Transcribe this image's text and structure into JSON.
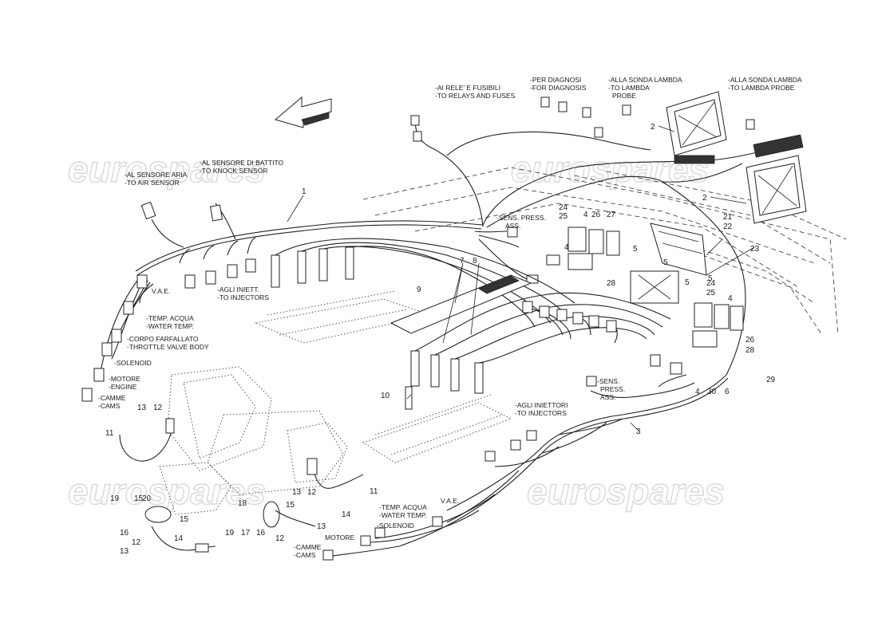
{
  "watermarks": [
    "eurospares",
    "eurospares",
    "eurospares",
    "eurospares"
  ],
  "labels": [
    {
      "key": "air_sensor",
      "lines": [
        "-AL SENSORE ARIA",
        "-TO AIR SENSOR"
      ]
    },
    {
      "key": "knock_sensor",
      "lines": [
        "-AL SENSORE DI BATTITO",
        "-TO KNOCK SENSOR"
      ]
    },
    {
      "key": "relays_fuses",
      "lines": [
        "-AI RELE' E FUSIBILI",
        "-TO RELAYS AND FUSES"
      ]
    },
    {
      "key": "diagnosis",
      "lines": [
        "-PER DIAGNOSI",
        "-FOR DIAGNOSIS"
      ]
    },
    {
      "key": "lambda_probe_1",
      "lines": [
        "-ALLA SONDA LAMBDA",
        "-TO LAMBDA",
        "PROBE"
      ]
    },
    {
      "key": "lambda_probe_2",
      "lines": [
        "-ALLA SONDA LAMBDA",
        "-TO LAMBDA PROBE"
      ]
    },
    {
      "key": "sens_press_1",
      "lines": [
        "-SENS. PRESS.",
        "ASS."
      ]
    },
    {
      "key": "vae_left",
      "lines": [
        "V.A.E."
      ]
    },
    {
      "key": "injectors_1",
      "lines": [
        "-AGLI INIETT.",
        "-TO INJECTORS"
      ]
    },
    {
      "key": "water_temp_1",
      "lines": [
        "-TEMP. ACQUA",
        "-WATER TEMP."
      ]
    },
    {
      "key": "throttle",
      "lines": [
        "-CORPO FARFALLATO",
        "-THROTTLE VALVE BODY"
      ]
    },
    {
      "key": "solenoid_1",
      "lines": [
        "-SOLENOID"
      ]
    },
    {
      "key": "engine_1",
      "lines": [
        "-MOTORE",
        "-ENGINE"
      ]
    },
    {
      "key": "cams_1",
      "lines": [
        "-CAMME",
        "-CAMS"
      ]
    },
    {
      "key": "injectors_2",
      "lines": [
        "-AGLI INIETTORI",
        "-TO INJECTORS"
      ]
    },
    {
      "key": "sens_press_2",
      "lines": [
        "-SENS.",
        "PRESS.",
        "ASS."
      ]
    },
    {
      "key": "water_temp_2",
      "lines": [
        "-TEMP. ACQUA",
        "-WATER TEMP."
      ]
    },
    {
      "key": "vae_right",
      "lines": [
        "V.A.E."
      ]
    },
    {
      "key": "solenoid_2",
      "lines": [
        "-SOLENOID"
      ]
    },
    {
      "key": "engine_2",
      "lines": [
        "MOTORE"
      ]
    },
    {
      "key": "cams_2",
      "lines": [
        "-CAMME",
        "-CAMS"
      ]
    }
  ],
  "part_numbers": [
    {
      "key": "n1",
      "text": "1"
    },
    {
      "key": "n2a",
      "text": "2"
    },
    {
      "key": "n2b",
      "text": "2"
    },
    {
      "key": "n3",
      "text": "3"
    },
    {
      "key": "n4a",
      "text": "4"
    },
    {
      "key": "n4b",
      "text": "4"
    },
    {
      "key": "n4c",
      "text": "4"
    },
    {
      "key": "n4d",
      "text": "4"
    },
    {
      "key": "n5a",
      "text": "5"
    },
    {
      "key": "n5b",
      "text": "5"
    },
    {
      "key": "n5c",
      "text": "5"
    },
    {
      "key": "n5d",
      "text": "5"
    },
    {
      "key": "n6",
      "text": "6"
    },
    {
      "key": "n7",
      "text": "7"
    },
    {
      "key": "n8",
      "text": "8"
    },
    {
      "key": "n9",
      "text": "9"
    },
    {
      "key": "n10",
      "text": "10"
    },
    {
      "key": "n11a",
      "text": "11"
    },
    {
      "key": "n11b",
      "text": "11"
    },
    {
      "key": "n12a",
      "text": "12"
    },
    {
      "key": "n12b",
      "text": "12"
    },
    {
      "key": "n12c",
      "text": "12"
    },
    {
      "key": "n12d",
      "text": "12"
    },
    {
      "key": "n13a",
      "text": "13"
    },
    {
      "key": "n13b",
      "text": "13"
    },
    {
      "key": "n13c",
      "text": "13"
    },
    {
      "key": "n13d",
      "text": "13"
    },
    {
      "key": "n14a",
      "text": "14"
    },
    {
      "key": "n14b",
      "text": "14"
    },
    {
      "key": "n15a",
      "text": "15"
    },
    {
      "key": "n15b",
      "text": "15"
    },
    {
      "key": "n15c",
      "text": "15"
    },
    {
      "key": "n16a",
      "text": "16"
    },
    {
      "key": "n16b",
      "text": "16"
    },
    {
      "key": "n17",
      "text": "17"
    },
    {
      "key": "n18",
      "text": "18"
    },
    {
      "key": "n19a",
      "text": "19"
    },
    {
      "key": "n19b",
      "text": "19"
    },
    {
      "key": "n20",
      "text": "20"
    },
    {
      "key": "n21",
      "text": "21"
    },
    {
      "key": "n22",
      "text": "22"
    },
    {
      "key": "n23",
      "text": "23"
    },
    {
      "key": "n24a",
      "text": "24"
    },
    {
      "key": "n24b",
      "text": "24"
    },
    {
      "key": "n25a",
      "text": "25"
    },
    {
      "key": "n25b",
      "text": "25"
    },
    {
      "key": "n26a",
      "text": "26"
    },
    {
      "key": "n26b",
      "text": "26"
    },
    {
      "key": "n27",
      "text": "27"
    },
    {
      "key": "n28a",
      "text": "28"
    },
    {
      "key": "n28b",
      "text": "28"
    },
    {
      "key": "n29",
      "text": "29"
    },
    {
      "key": "n30",
      "text": "30"
    }
  ]
}
